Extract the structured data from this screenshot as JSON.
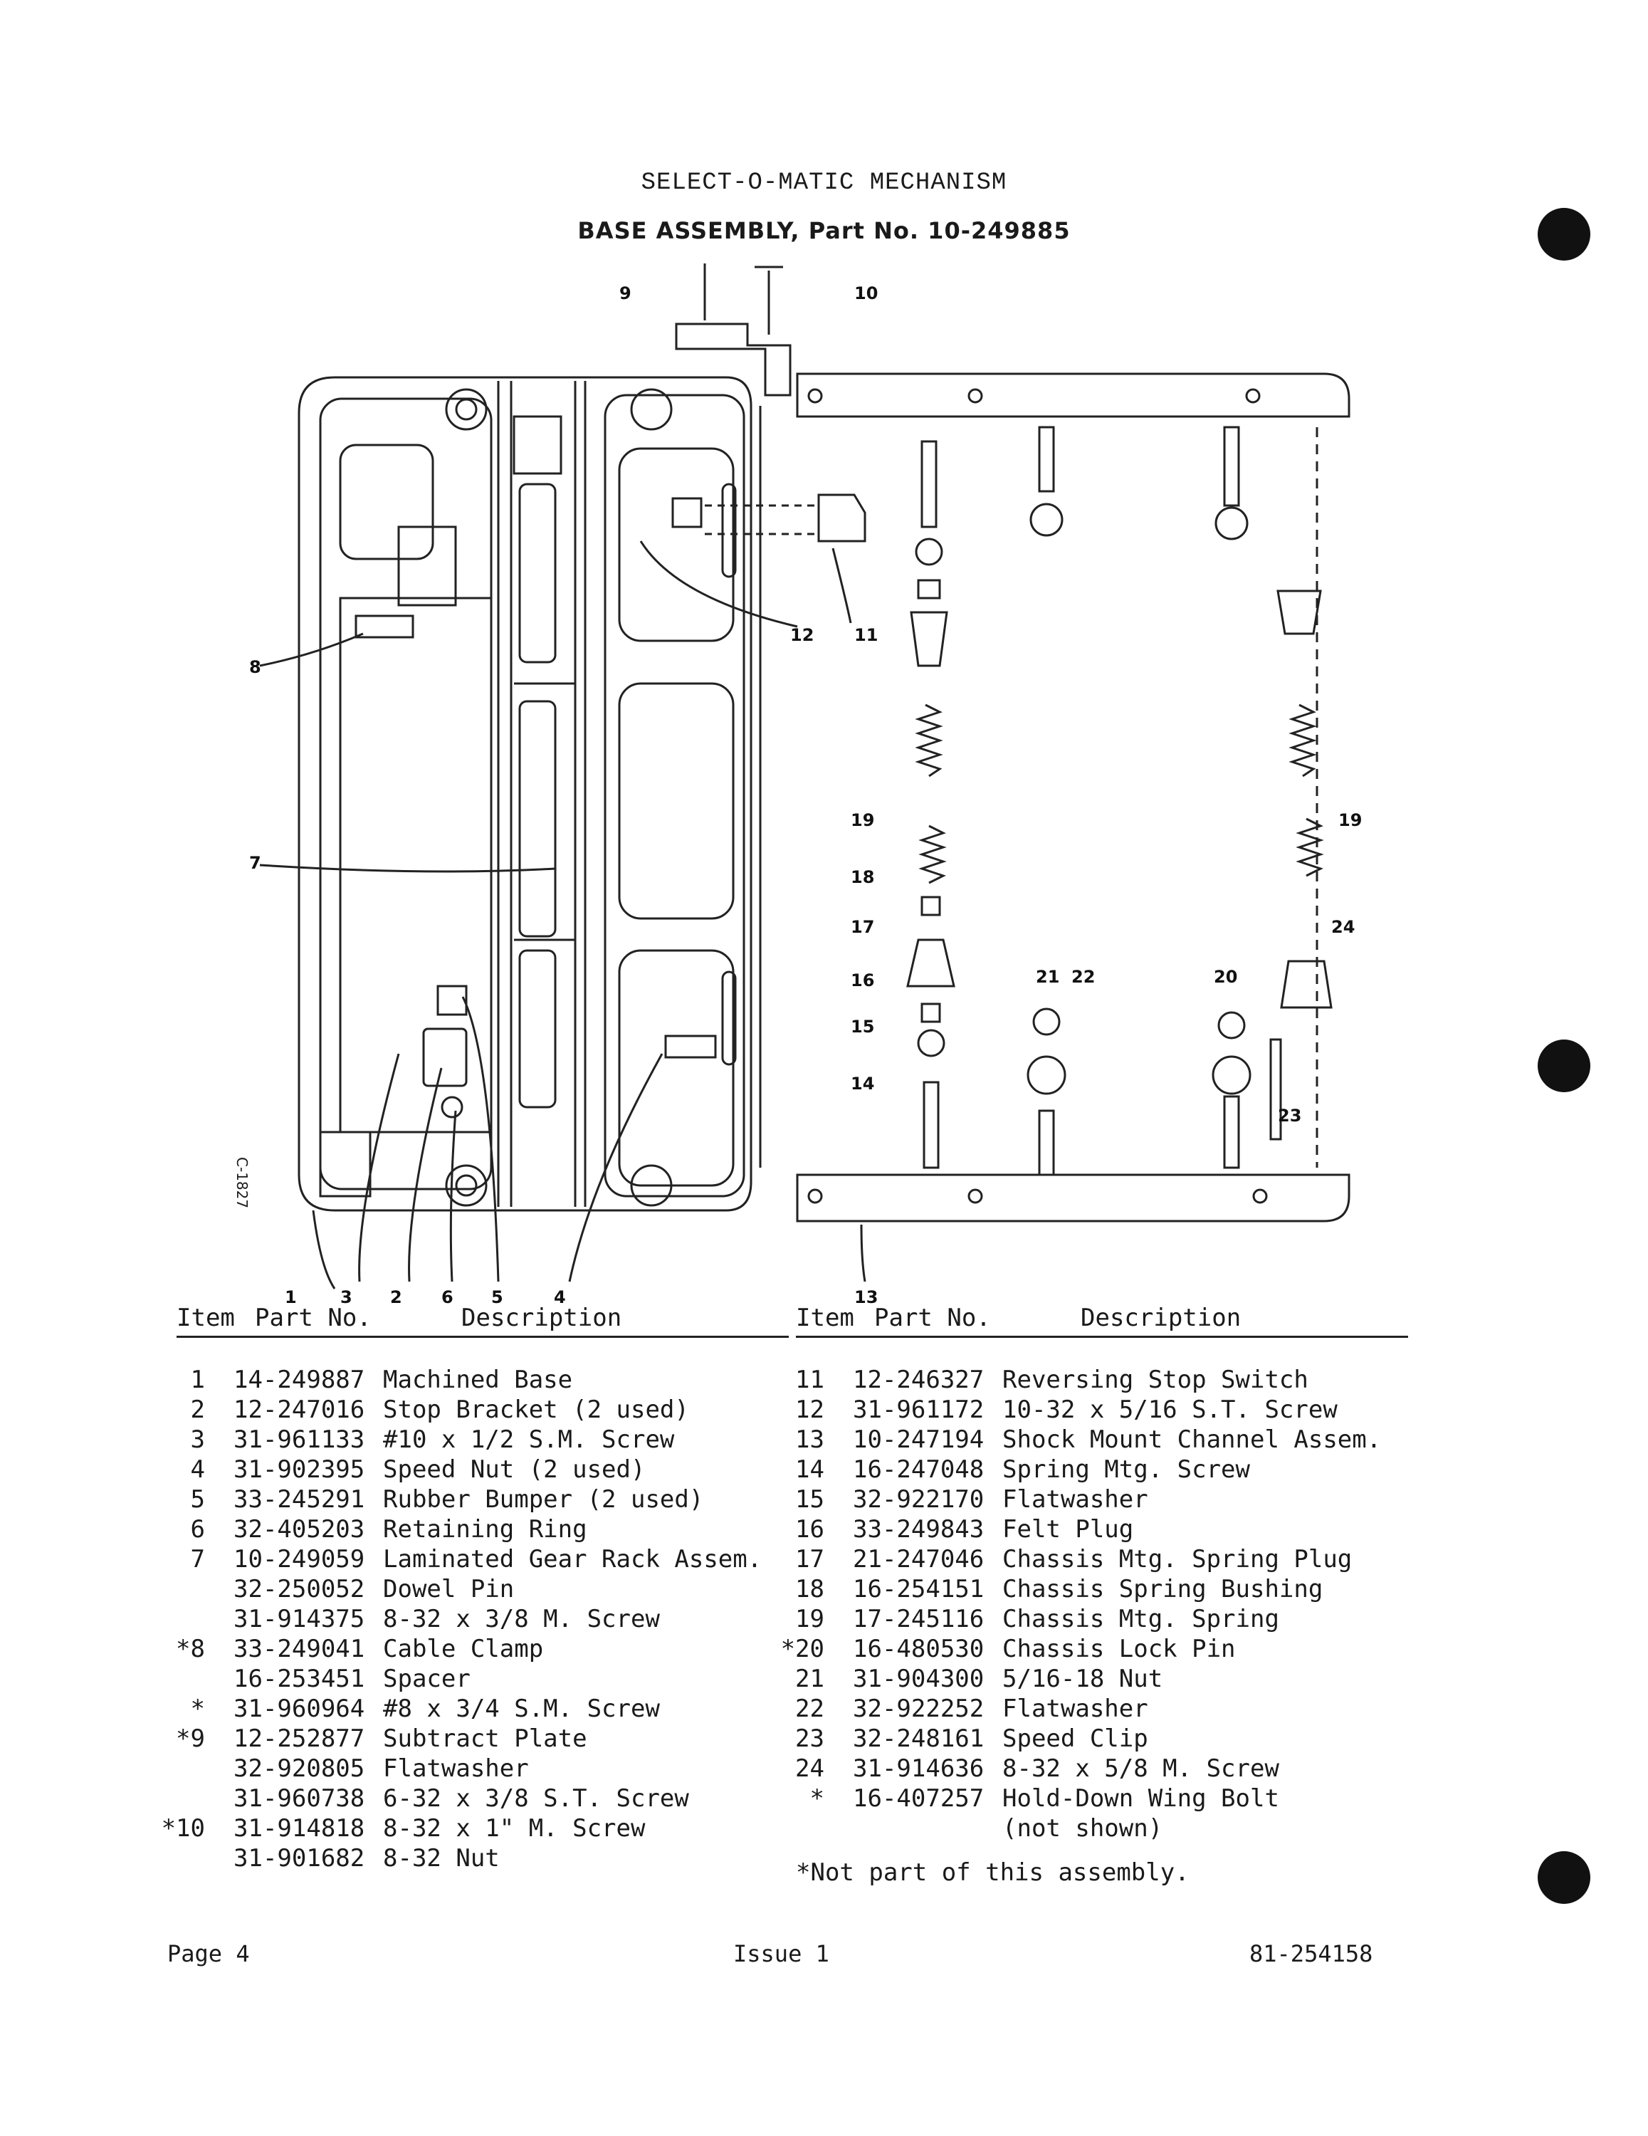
{
  "header": {
    "title": "SELECT-O-MATIC MECHANISM",
    "subtitle": "BASE ASSEMBLY, Part No. 10-249885"
  },
  "figure": {
    "code": "C-1827",
    "callouts": [
      "1",
      "2",
      "3",
      "4",
      "5",
      "6",
      "7",
      "8",
      "9",
      "10",
      "11",
      "12",
      "13",
      "14",
      "15",
      "16",
      "17",
      "18",
      "19",
      "19",
      "20",
      "21",
      "22",
      "23",
      "24"
    ]
  },
  "tables": {
    "left": {
      "headers": {
        "item": "Item",
        "part": "Part No.",
        "desc": "Description"
      },
      "rows": [
        {
          "item": "1",
          "part": "14-249887",
          "desc": "Machined Base"
        },
        {
          "item": "2",
          "part": "12-247016",
          "desc": "Stop Bracket (2 used)"
        },
        {
          "item": "3",
          "part": "31-961133",
          "desc": "#10 x 1/2 S.M. Screw"
        },
        {
          "item": "4",
          "part": "31-902395",
          "desc": "Speed Nut (2 used)"
        },
        {
          "item": "5",
          "part": "33-245291",
          "desc": "Rubber Bumper (2 used)"
        },
        {
          "item": "6",
          "part": "32-405203",
          "desc": "Retaining Ring"
        },
        {
          "item": "7",
          "part": "10-249059",
          "desc": "Laminated Gear Rack Assem."
        },
        {
          "item": "",
          "part": "32-250052",
          "desc": "Dowel Pin"
        },
        {
          "item": "",
          "part": "31-914375",
          "desc": "8-32 x 3/8 M. Screw"
        },
        {
          "item": "*8",
          "part": "33-249041",
          "desc": "Cable Clamp"
        },
        {
          "item": "",
          "part": "16-253451",
          "desc": "Spacer"
        },
        {
          "item": "*",
          "part": "31-960964",
          "desc": "#8 x 3/4 S.M. Screw"
        },
        {
          "item": "*9",
          "part": "12-252877",
          "desc": "Subtract Plate"
        },
        {
          "item": "",
          "part": "32-920805",
          "desc": "Flatwasher"
        },
        {
          "item": "",
          "part": "31-960738",
          "desc": "6-32 x 3/8 S.T. Screw"
        },
        {
          "item": "*10",
          "part": "31-914818",
          "desc": "8-32 x 1\" M. Screw"
        },
        {
          "item": "",
          "part": "31-901682",
          "desc": "8-32 Nut"
        }
      ]
    },
    "right": {
      "headers": {
        "item": "Item",
        "part": "Part No.",
        "desc": "Description"
      },
      "rows": [
        {
          "item": "11",
          "part": "12-246327",
          "desc": "Reversing Stop Switch"
        },
        {
          "item": "12",
          "part": "31-961172",
          "desc": "10-32 x 5/16 S.T. Screw"
        },
        {
          "item": "13",
          "part": "10-247194",
          "desc": "Shock Mount Channel Assem."
        },
        {
          "item": "14",
          "part": "16-247048",
          "desc": "Spring Mtg. Screw"
        },
        {
          "item": "15",
          "part": "32-922170",
          "desc": "Flatwasher"
        },
        {
          "item": "16",
          "part": "33-249843",
          "desc": "Felt Plug"
        },
        {
          "item": "17",
          "part": "21-247046",
          "desc": "Chassis Mtg. Spring Plug"
        },
        {
          "item": "18",
          "part": "16-254151",
          "desc": "Chassis Spring Bushing"
        },
        {
          "item": "19",
          "part": "17-245116",
          "desc": "Chassis Mtg. Spring"
        },
        {
          "item": "*20",
          "part": "16-480530",
          "desc": "Chassis Lock Pin"
        },
        {
          "item": "21",
          "part": "31-904300",
          "desc": "5/16-18 Nut"
        },
        {
          "item": "22",
          "part": "32-922252",
          "desc": "Flatwasher"
        },
        {
          "item": "23",
          "part": "32-248161",
          "desc": "Speed Clip"
        },
        {
          "item": "24",
          "part": "31-914636",
          "desc": "8-32 x 5/8 M. Screw"
        },
        {
          "item": "*",
          "part": "16-407257",
          "desc": "Hold-Down Wing Bolt"
        },
        {
          "item": "",
          "part": "",
          "desc": "(not shown)"
        }
      ]
    }
  },
  "footnote": "*Not part of this assembly.",
  "footer": {
    "page": "Page 4",
    "issue": "Issue 1",
    "doc": "81-254158"
  }
}
